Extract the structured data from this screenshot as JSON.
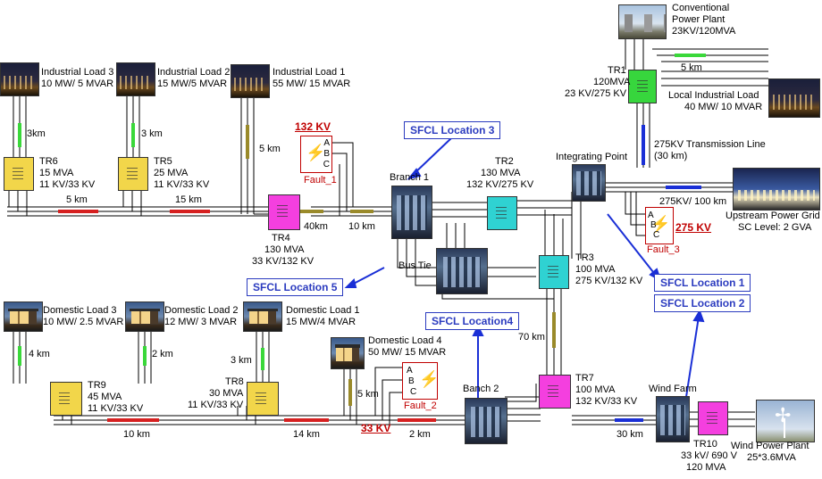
{
  "colors": {
    "wire": "#000000",
    "sfcl_blue": "#2b3bbf",
    "tr_yellow": "#f2d64a",
    "tr_magenta": "#f43fdf",
    "tr_cyan": "#2fd2d2",
    "tr_green": "#37d63d",
    "fault_red": "#c00000",
    "line_red": "#d62020",
    "line_green": "#3ad83a",
    "line_olive": "#9a8a2a",
    "line_blue": "#1a2fd6"
  },
  "plant": {
    "l1": "Conventional",
    "l2": "Power Plant",
    "l3": "23KV/120MVA"
  },
  "tr1": {
    "name": "TR1",
    "l1": "120MVA",
    "l2": "23 KV/275 KV"
  },
  "line_5km_top": "5 km",
  "local_load": {
    "l1": "Local Industrial Load",
    "l2": "40 MW/ 10 MVAR"
  },
  "tl275": {
    "l1": "275KV Transmission Line",
    "l2": "(30 km)"
  },
  "integrating": "Integrating Point",
  "upstream": {
    "dist": "275KV/ 100 km",
    "l1": "Upstream Power Grid",
    "l2": "SC Level: 2 GVA"
  },
  "fault3": {
    "kv": "275 KV",
    "name": "Fault_3"
  },
  "sfcl": {
    "loc1": "SFCL Location 1",
    "loc2": "SFCL Location 2",
    "loc3": "SFCL Location 3",
    "loc4": "SFCL Location4",
    "loc5": "SFCL Location 5"
  },
  "ind3": {
    "l1": "Industrial Load 3",
    "l2": "10 MW/ 5 MVAR",
    "dist": "3km"
  },
  "ind2": {
    "l1": "Industrial Load 2",
    "l2": "15 MW/5 MVAR",
    "dist": "3 km"
  },
  "ind1": {
    "l1": "Industrial Load 1",
    "l2": "55 MW/ 15 MVAR",
    "dist": "5 km"
  },
  "tr6": {
    "name": "TR6",
    "l1": "15 MVA",
    "l2": "11 KV/33 KV"
  },
  "tr5": {
    "name": "TR5",
    "l1": "25 MVA",
    "l2": "11 KV/33 KV"
  },
  "line_5km_left": "5 km",
  "line_15km": "15 km",
  "fault1": {
    "kv": "132 KV",
    "name": "Fault_1"
  },
  "tr4": {
    "name": "TR4",
    "l1": "130 MVA",
    "l2": "33 KV/132 KV"
  },
  "line_40km": "40km",
  "line_10km": "10 km",
  "branch1": "Branch 1",
  "tr2": {
    "name": "TR2",
    "l1": "130 MVA",
    "l2": "132 KV/275 KV"
  },
  "bustie": "Bus Tie",
  "tr3": {
    "name": "TR3",
    "l1": "100 MVA",
    "l2": "275 KV/132 KV"
  },
  "line_70km": "70  km",
  "dom3": {
    "l1": "Domestic Load 3",
    "l2": "10 MW/ 2.5 MVAR",
    "dist": "4 km"
  },
  "dom2": {
    "l1": "Domestic Load 2",
    "l2": "12 MW/ 3 MVAR",
    "dist": "2 km"
  },
  "dom1": {
    "l1": "Domestic Load 1",
    "l2": "15 MW/4 MVAR",
    "dist": "3 km"
  },
  "dom4": {
    "l1": "Domestic Load 4",
    "l2": "50 MW/ 15 MVAR",
    "dist": "5 km"
  },
  "tr9": {
    "name": "TR9",
    "l1": "45 MVA",
    "l2": "11 KV/33 KV"
  },
  "tr8": {
    "name": "TR8",
    "l1": "30 MVA",
    "l2": "11 KV/33 KV"
  },
  "fault2": {
    "kv": "33 KV",
    "name": "Fault_2"
  },
  "line_10km_b": "10  km",
  "line_14km": "14 km",
  "line_2km": "2 km",
  "banch2": "Banch 2",
  "tr7": {
    "name": "TR7",
    "l1": "100 MVA",
    "l2": "132 KV/33 KV"
  },
  "line_30km": "30   km",
  "windfarm": "Wind Farm",
  "tr10": {
    "name": "TR10",
    "l1": "33 kV/ 690 V",
    "l2": "120 MVA"
  },
  "windplant": {
    "l1": "Wind Power Plant",
    "l2": "25*3.6MVA"
  },
  "phase": {
    "a": "A",
    "b": "B",
    "c": "C",
    "la": "a",
    "lb": "b",
    "lc": "c"
  }
}
